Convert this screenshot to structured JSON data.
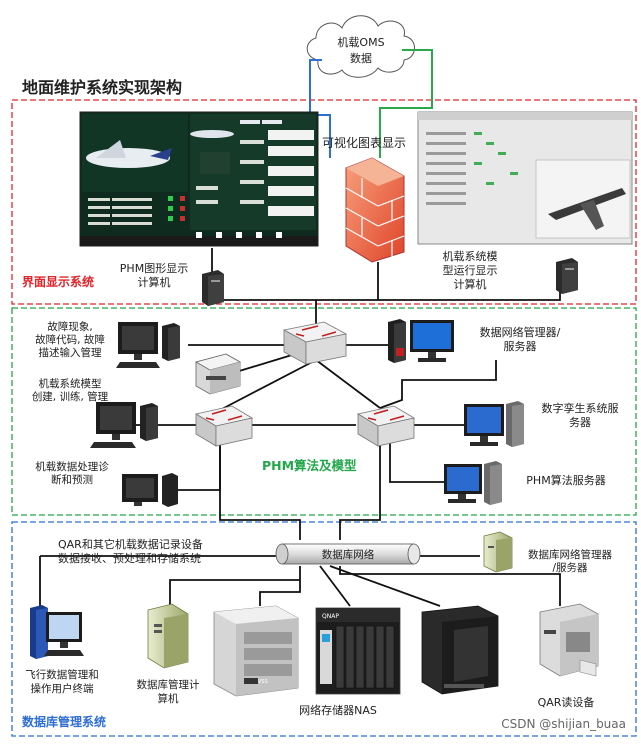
{
  "title": "地面维护系统实现架构",
  "cloud": {
    "line1": "机载OMS",
    "line2": "数据"
  },
  "firewall_label": "可视化图表显示",
  "sections": {
    "ui": {
      "label": "界面显示系统",
      "color": "#e0252b"
    },
    "phm": {
      "label": "PHM算法及模型",
      "color": "#22a84a"
    },
    "db": {
      "label": "数据库管理系统",
      "color": "#2f6fd3"
    }
  },
  "ui_nodes": {
    "phm_display": {
      "line1": "PHM图形显示",
      "line2": "计算机"
    },
    "model_display": {
      "line1": "机载系统模",
      "line2": "型运行显示",
      "line3": "计算机"
    }
  },
  "phm_nodes": {
    "fault": {
      "line1": "故障现象,",
      "line2": "故障代码, 故障",
      "line3": "描述输入管理"
    },
    "model": {
      "line1": "机载系统模型",
      "line2": "创建, 训练, 管理"
    },
    "process": {
      "line1": "机载数据处理诊",
      "line2": "断和预测"
    },
    "netmgr": {
      "line1": "数据网络管理器/",
      "line2": "服务器"
    },
    "twin": {
      "line1": "数字孪生系统服",
      "line2": "务器"
    },
    "algo": {
      "line1": "PHM算法服务器"
    }
  },
  "db_nodes": {
    "qar_system": {
      "line1": "QAR和其它机载数据记录设备",
      "line2": "数据接收、预处理和存储系统"
    },
    "bus": "数据库网络",
    "db_netmgr": {
      "line1": "数据库网络管理器",
      "line2": "/服务器"
    },
    "flight_ops": {
      "line1": "飞行数据管理和",
      "line2": "操作用户终端"
    },
    "db_computer": {
      "line1": "数据库管理计",
      "line2": "算机"
    },
    "nas": "网络存储器NAS",
    "qar_reader": "QAR读设备",
    "nas_brand": "QNAP",
    "nas_brand2": "VSS"
  },
  "watermark": "CSDN @shijian_buaa",
  "colors": {
    "red": "#e0252b",
    "green": "#22a84a",
    "blue": "#2f6fd3",
    "cloud_link_green": "#2aa84a",
    "cloud_link_blue": "#2f6fd3"
  }
}
